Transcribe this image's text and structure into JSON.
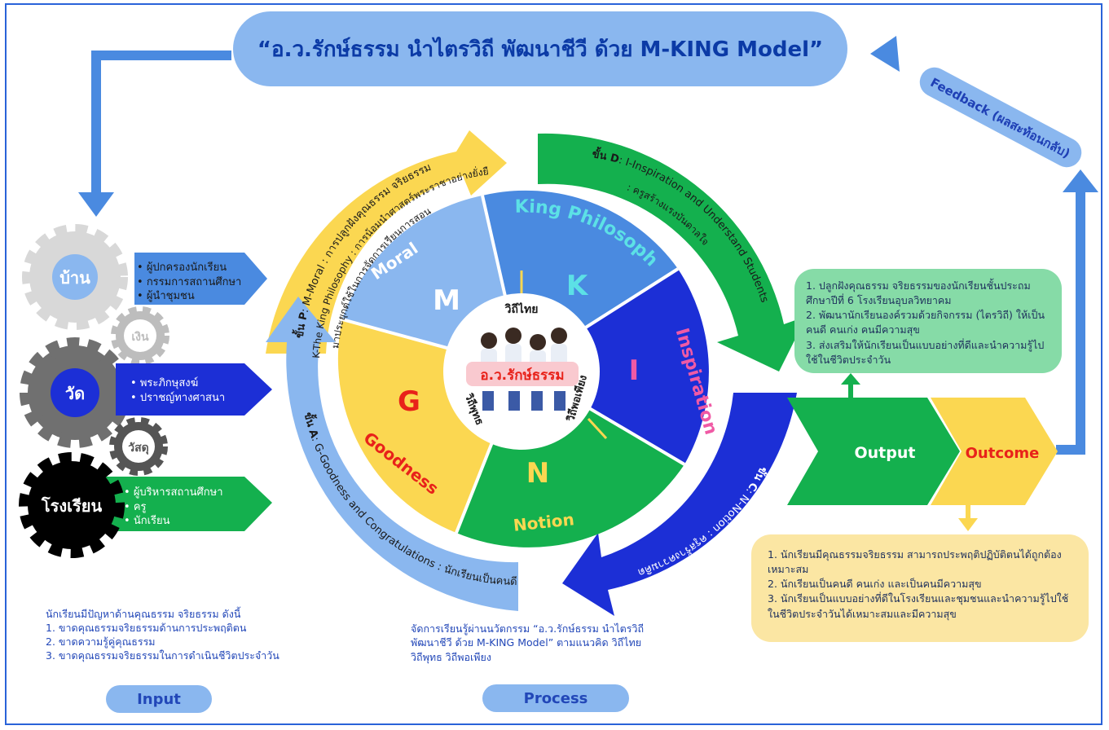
{
  "title": "“อ.ว.รักษ์ธรรม นำไตรวิถี พัฒนาชีวี ด้วย M-KING Model”",
  "feedback": "Feedback (ผลสะท้อนกลับ)",
  "inputs": {
    "home": {
      "label": "บ้าน",
      "items": [
        "ผู้ปกครองนักเรียน",
        "กรรมการสถานศึกษา",
        "ผู้นำชุมชน"
      ]
    },
    "money": {
      "label": "เงิน"
    },
    "temple": {
      "label": "วัด",
      "items": [
        "พระภิกษุสงฆ์",
        "ปราชญ์ทางศาสนา"
      ]
    },
    "material": {
      "label": "วัสดุ"
    },
    "school": {
      "label": "โรงเรียน",
      "items": [
        "ผู้บริหารสถานศึกษา",
        "ครู",
        "นักเรียน"
      ]
    }
  },
  "arcs": {
    "p": {
      "step": "ขั้น P",
      "line1": ": M-Moral : การปลูกฝังคุณธรรม จริยธรรม",
      "line2": "K-The King Philosophy : การน้อมนำศาสตร์พระราชาอย่างยั่งยืน",
      "line3": "มาประยุกต์ใช้ในการจัดการเรียนการสอน"
    },
    "d": {
      "step": "ขั้น D",
      "line1": ": I-Inspiration and Understand Students",
      "line2": ": ครูสร้างแรงบันดาลใจ"
    },
    "c": {
      "step": "ขั้น C",
      "line1": ": N-Notion : ครูสร้างความคิด"
    },
    "a": {
      "step": "ขั้น A",
      "line1": ": G-Goodness and Congratulations : นักเรียนเป็นคนดี"
    }
  },
  "segments": {
    "moral": {
      "letter": "M",
      "word": "Moral"
    },
    "king": {
      "letter": "K",
      "word": "King Philosophy"
    },
    "inspiration": {
      "letter": "I",
      "word": "Inspiration"
    },
    "notion": {
      "letter": "N",
      "word": "Notion"
    },
    "goodness": {
      "letter": "G",
      "word": "Goodness"
    }
  },
  "center": {
    "label": "อ.ว.รักษ์ธรรม",
    "thai": "วิถีไทย",
    "buddhist": "วิถีพุทธ",
    "sufficiency": "วิถีพอเพียง"
  },
  "output": {
    "label": "Output",
    "items": [
      "1. ปลูกฝังคุณธรรม จริยธรรมของนักเรียนชั้นประถมศึกษาปีที่ 6 โรงเรียนอุบลวิทยาคม",
      "2. พัฒนานักเรียนองค์รวมด้วยกิจกรรม (ไตรวิถี) ให้เป็นคนดี คนเก่ง คนมีความสุข",
      "3. ส่งเสริมให้นักเรียนเป็นแบบอย่างที่ดีและนำความรู้ไปใช้ในชีวิตประจำวัน"
    ]
  },
  "outcome": {
    "label": "Outcome",
    "items": [
      "1. นักเรียนมีคุณธรรมจริยธรรม สามารถประพฤติปฏิบัติตนได้ถูกต้องเหมาะสม",
      "2. นักเรียนเป็นคนดี คนเก่ง และเป็นคนมีความสุข",
      "3. นักเรียนเป็นแบบอย่างที่ดีในโรงเรียนและชุมชนและนำความรู้ไปใช้ในชีวิตประจำวันได้เหมาะสมและมีความสุข"
    ]
  },
  "problems": {
    "heading": "นักเรียนมีปัญหาด้านคุณธรรม จริยธรรม ดังนี้",
    "items": [
      "1.  ขาดคุณธรรมจริยธรรมด้านการประพฤติตน",
      "2. ขาดความรู้คู่คุณธรรม",
      "3. ขาดคุณธรรมจริยธรรมในการดำเนินชีวิตประจำวัน"
    ]
  },
  "process_text": {
    "line1": "จัดการเรียนรู้ผ่านนวัตกรรม  “อ.ว.รักษ์ธรรม นำไตรวิถี",
    "line2": "พัฒนาชีวี ด้วย M-KING Model” ตามแนวคิด วิถีไทย",
    "line3": "วิถีพุทธ  วิถีพอเพียง"
  },
  "labels": {
    "input": "Input",
    "process": "Process"
  },
  "colors": {
    "blue": "#4a8ae0",
    "lightBlue": "#8ab7ef",
    "yellow": "#fbd751",
    "green": "#14b04e",
    "navy": "#1c2fd6",
    "red": "#e8221a"
  }
}
